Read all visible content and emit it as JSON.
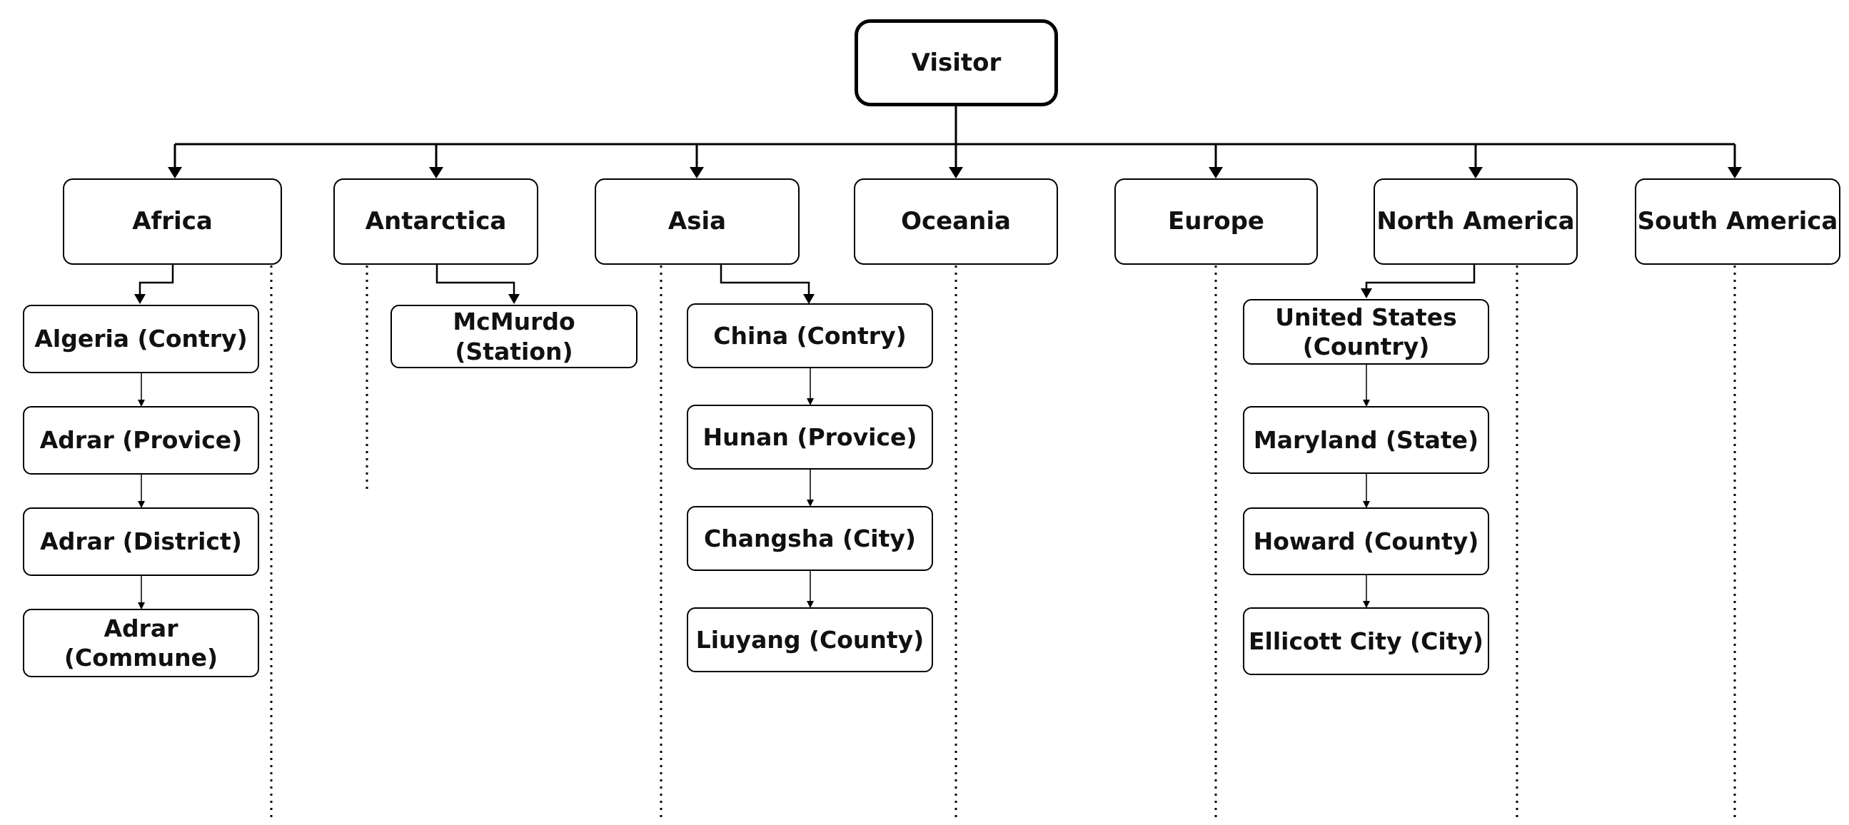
{
  "root": {
    "label": "Visitor"
  },
  "continents": [
    {
      "label": "Africa"
    },
    {
      "label": "Antarctica"
    },
    {
      "label": "Asia"
    },
    {
      "label": "Oceania"
    },
    {
      "label": "Europe"
    },
    {
      "label": "North America"
    },
    {
      "label": "South America"
    }
  ],
  "africa": [
    "Algeria (Contry)",
    "Adrar (Provice)",
    "Adrar (District)",
    "Adrar (Commune)"
  ],
  "antarctica": [
    "McMurdo (Station)"
  ],
  "asia": [
    "China (Contry)",
    "Hunan (Provice)",
    "Changsha (City)",
    "Liuyang (County)"
  ],
  "north_america": [
    "United States (Country)",
    "Maryland (State)",
    "Howard (County)",
    "Ellicott City (City)"
  ],
  "colors": {
    "line": "#000000",
    "box_fill": "#ffffff",
    "text": "#111111"
  }
}
